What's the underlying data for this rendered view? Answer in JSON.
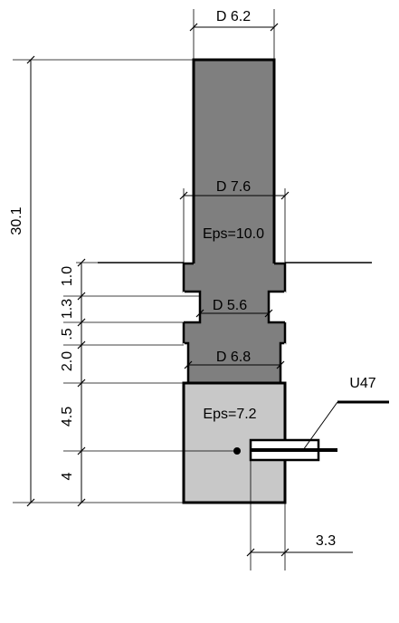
{
  "labels": {
    "d_top": "D 6.2",
    "d_mid": "D 7.6",
    "d_groove": "D 5.6",
    "d_lower": "D 6.8",
    "eps_upper": "Eps=10.0",
    "eps_lower": "Eps=7.2",
    "total_height": "30.1",
    "seg_1": "1.0",
    "seg_2": "1.3",
    "seg_3": ".5",
    "seg_4": "2.0",
    "seg_5": "4.5",
    "seg_6": "4",
    "offset": "3.3",
    "probe": "U47"
  },
  "colors": {
    "upper_body": "#7f7f7f",
    "lower_body": "#c8c8c8",
    "outline": "#000000"
  }
}
